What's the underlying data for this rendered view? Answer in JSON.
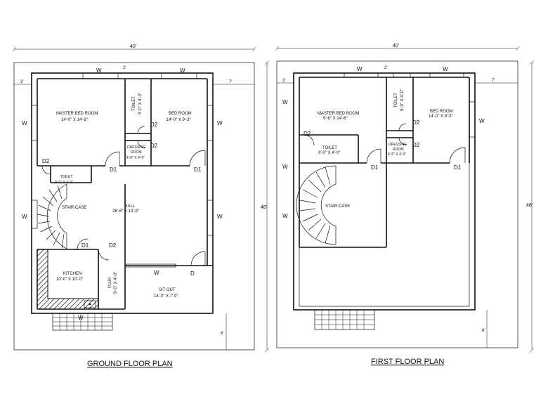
{
  "ground": {
    "title": "GROUND FLOOR PLAN",
    "width_dim": "40'",
    "setback_left": "3'",
    "setback_right": "7'",
    "setback_front": "6'",
    "gap_dim": "2'",
    "master_bed_name": "MASTER BED ROOM",
    "master_bed_size": "14'-0\" X 14'-6\"",
    "toilet_v_name": "TOILET",
    "toilet_v_size": "9'-0\" X 4'-0\"",
    "bed_name": "BED ROOM",
    "bed_size": "14'-0\" X 9'-3\"",
    "dressing_name": "DRESSING",
    "dressing_name2": "ROOM",
    "dressing_size": "4'-6\" X 4'-0\"",
    "toilet_small_name": "TOILET",
    "toilet_small_size": "9'-0\" X 4'-0\"",
    "stair_name": "STAIR CASE",
    "hall_name": "HALL",
    "hall_size": "28'-6\" X 13'-9\"",
    "kitchen_name": "KITCHEN",
    "kitchen_size": "10'-0\" X 10'-0\"",
    "puja_name": "PUJA",
    "puja_size": "9'-0\" X 4'-0\"",
    "sitout_name": "SIT OUT",
    "sitout_size": "14'-0\" X 7'-9\"",
    "w": "W",
    "d": "D",
    "d1": "D1",
    "d2": "D2"
  },
  "first": {
    "title": "FIRST FLOOR PLAN",
    "width_dim": "40'",
    "depth_dim": "48'",
    "setback_left": "3'",
    "setback_right": "7'",
    "setback_front": "6'",
    "gap_dim": "2'",
    "master_bed_name": "MASTER BED ROOM",
    "master_bed_size": "9'-6\" X 14'-6\"",
    "toilet_v_name": "TOILET",
    "toilet_v_size": "9'-0\" X 4'-0\"",
    "bed_name": "BED ROOM",
    "bed_size": "14'-0\" X 9'-3\"",
    "dressing_name": "DRESSING",
    "dressing_name2": "ROOM",
    "dressing_size": "4'-6\" X 4'-0\"",
    "toilet_h_name": "TOILET",
    "toilet_h_size": "9'-0\" X 4'-0\"",
    "stair_name": "STAIR CASE",
    "w": "W",
    "d1": "D1",
    "d2": "D2"
  }
}
